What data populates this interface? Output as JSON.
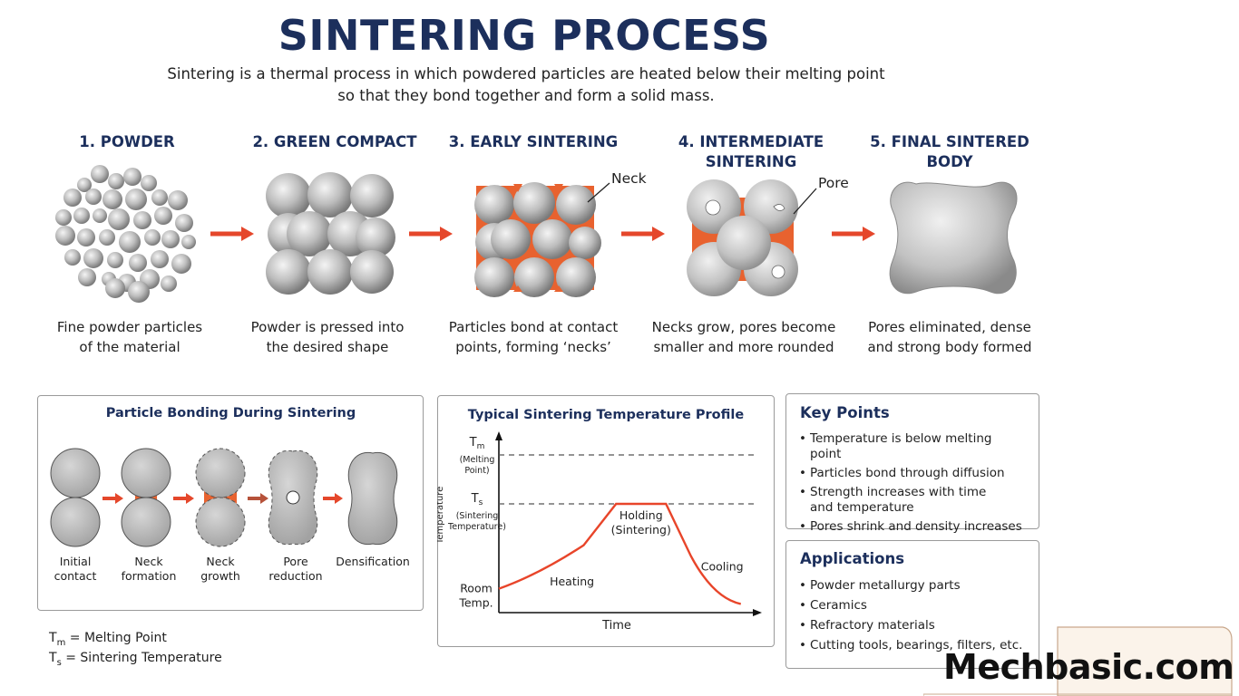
{
  "header": {
    "title": "SINTERING PROCESS",
    "subtitle_line1": "Sintering is a thermal process in which powdered particles are heated below their melting point",
    "subtitle_line2": "so that they bond together and form a solid mass."
  },
  "stages": [
    {
      "title": "1. POWDER",
      "title2": "",
      "desc1": "Fine powder particles",
      "desc2": "of the material"
    },
    {
      "title": "2. GREEN COMPACT",
      "title2": "",
      "desc1": "Powder is pressed into",
      "desc2": "the desired shape"
    },
    {
      "title": "3. EARLY SINTERING",
      "title2": "",
      "desc1": "Particles bond at contact",
      "desc2": "points, forming ‘necks’"
    },
    {
      "title": "4. INTERMEDIATE SINTERING",
      "title2": "",
      "desc1": "Necks grow, pores become",
      "desc2": "smaller and more rounded"
    },
    {
      "title": "5. FINAL SINTERED",
      "title2": "BODY",
      "desc1": "Pores eliminated, dense",
      "desc2": "and strong body formed"
    }
  ],
  "callouts": {
    "neck": "Neck",
    "pore": "Pore"
  },
  "colors": {
    "navy": "#1c2f5c",
    "arrow": "#e5472b",
    "neck": "#e8622f",
    "particle": "#b9b9b9",
    "curve": "#e8452a"
  },
  "bonding_panel": {
    "title": "Particle Bonding During Sintering",
    "steps": [
      {
        "line1": "Initial",
        "line2": "contact"
      },
      {
        "line1": "Neck",
        "line2": "formation"
      },
      {
        "line1": "Neck",
        "line2": "growth"
      },
      {
        "line1": "Pore",
        "line2": "reduction"
      },
      {
        "line1": "Densification",
        "line2": ""
      }
    ]
  },
  "legend": {
    "tm_sym": "T",
    "tm_sub": "m",
    "tm_text": " = Melting Point",
    "ts_sym": "T",
    "ts_sub": "s",
    "ts_text": " = Sintering Temperature"
  },
  "chart_data": {
    "type": "line",
    "title": "Typical Sintering Temperature Profile",
    "xlabel": "Time",
    "ylabel": "Temperature",
    "tm_label": "T",
    "tm_sub": "m",
    "tm_note1": "(Melting",
    "tm_note2": "Point)",
    "ts_label": "T",
    "ts_sub": "s",
    "ts_note1": "(Sintering",
    "ts_note2": "Temperature)",
    "room_label1": "Room",
    "room_label2": "Temp.",
    "annotations": {
      "heating": "Heating",
      "holding1": "Holding",
      "holding2": "(Sintering)",
      "cooling": "Cooling"
    },
    "x": [
      0,
      0.8,
      1.7,
      2.35,
      3.35,
      3.85,
      4.3,
      4.85
    ],
    "y": [
      0.22,
      0.35,
      0.62,
      1.0,
      1.0,
      0.52,
      0.2,
      0.08
    ],
    "xlim": [
      0,
      5.2
    ],
    "ylim": [
      0,
      1.5
    ],
    "ts_level": 1.0,
    "tm_level": 1.45
  },
  "key_points": {
    "title": "Key Points",
    "items": [
      "Temperature is below melting point",
      "Particles bond through diffusion",
      "Strength increases with time and temperature",
      "Pores shrink and density increases"
    ]
  },
  "applications": {
    "title": "Applications",
    "items": [
      "Powder metallurgy parts",
      "Ceramics",
      "Refractory materials",
      "Cutting tools, bearings, filters, etc."
    ]
  },
  "brand": {
    "text": "Mechbasic.com"
  }
}
